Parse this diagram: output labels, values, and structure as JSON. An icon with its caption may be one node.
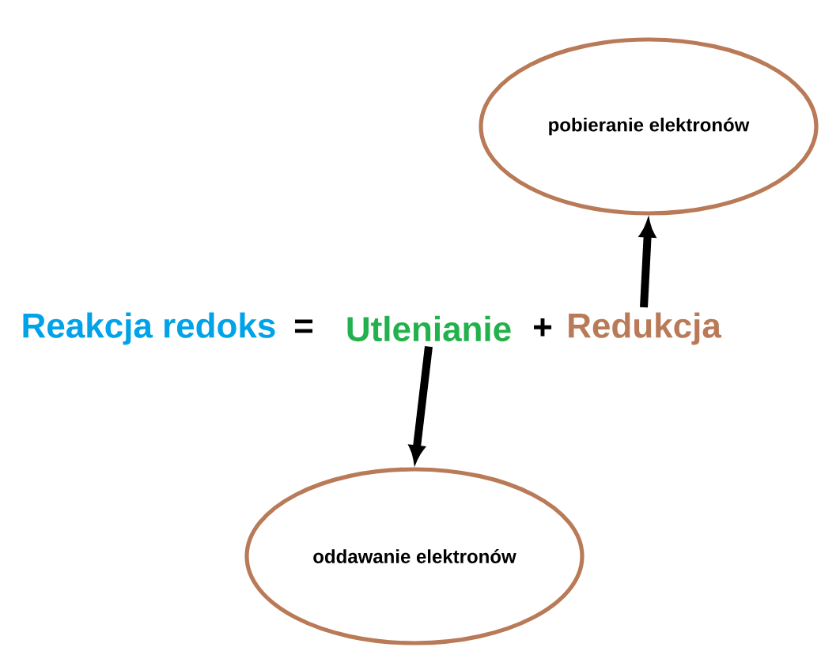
{
  "diagram": {
    "nodes": [
      {
        "text": [
          "pobieranie elektronów"
        ]
      },
      {
        "text": [
          "Utlenianie"
        ]
      },
      {
        "text": [
          "Redukcja"
        ]
      },
      {
        "text": [
          "oddawanie elektronów"
        ]
      }
    ],
    "edges": [
      {
        "from": 2,
        "to": 0,
        "arrow": "to"
      },
      {
        "from": 1,
        "to": 3,
        "arrow": "to"
      }
    ],
    "labels": [
      "Reakcja redoks",
      "=",
      "+"
    ]
  }
}
